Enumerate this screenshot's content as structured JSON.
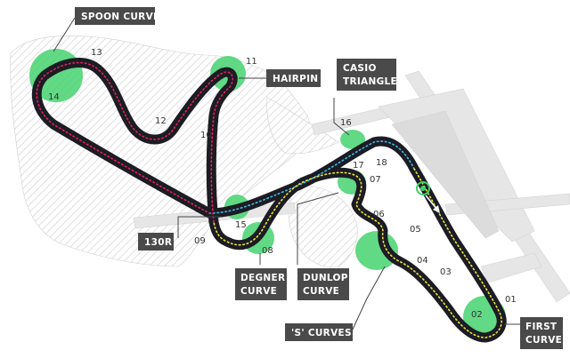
{
  "colors": {
    "track": "#1c1c24",
    "sector1": "#e9e53a",
    "sector2": "#e0235a",
    "sector3": "#45b8e6",
    "highlight": "#3fd16a",
    "label_bg": "#4a4a4a",
    "ground_hatch": "#d4d4d4",
    "roads": "#e8e8e8"
  },
  "turns": {
    "t01": "01",
    "t02": "02",
    "t03": "03",
    "t04": "04",
    "t05": "05",
    "t06": "06",
    "t07": "07",
    "t08": "08",
    "t09": "09",
    "t10": "10",
    "t11": "11",
    "t12": "12",
    "t13": "13",
    "t14": "14",
    "t15": "15",
    "t16": "16",
    "t17": "17",
    "t18": "18"
  },
  "callouts": {
    "spoon_curve": [
      "SPOON CURVE"
    ],
    "hairpin": [
      "HAIRPIN"
    ],
    "casio_triangle": [
      "CASIO",
      "TRIANGLE"
    ],
    "r130": [
      "130R"
    ],
    "degner_curve": [
      "DEGNER",
      "CURVE"
    ],
    "dunlop_curve": [
      "DUNLOP",
      "CURVE"
    ],
    "s_curves": [
      "'S' CURVES"
    ],
    "first_curve": [
      "FIRST",
      "CURVE"
    ]
  },
  "icons": {
    "start": "start-line-icon",
    "direction": "direction-arrow-icon"
  }
}
